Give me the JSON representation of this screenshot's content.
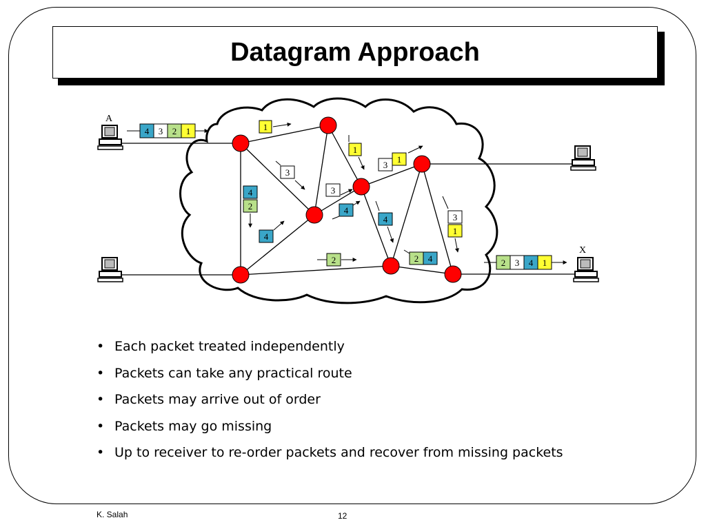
{
  "slide": {
    "title": "Datagram Approach",
    "footer_author": "K. Salah",
    "page_number": "12"
  },
  "diagram": {
    "host_labels": {
      "source": "A",
      "destination": "X"
    },
    "source_queue": [
      "4",
      "3",
      "2",
      "1"
    ],
    "destination_queue": [
      "2",
      "3",
      "4",
      "1"
    ],
    "packets": {
      "p_top": "1",
      "p_mid1": "1",
      "p_mid_right": "3",
      "p_mid_right_b": "1",
      "p_left3": "3",
      "p_stack_4": "4",
      "p_stack_2": "2",
      "p_center3": "3",
      "p_center4": "4",
      "p_right4": "4",
      "p_left4": "4",
      "p_bottom2": "2",
      "p_br_2": "2",
      "p_br_4": "4",
      "p_vert_3": "3",
      "p_vert_1": "1"
    },
    "colors": {
      "p1": "#ffff33",
      "p2": "#b8e08a",
      "p3": "#ffffff",
      "p4": "#3aa6c8",
      "node": "#ff0000"
    }
  },
  "bullets": [
    "Each packet treated independently",
    "Packets can take any practical route",
    "Packets may arrive out of order",
    "Packets may go missing",
    "Up to receiver to re-order packets and recover from missing packets"
  ]
}
